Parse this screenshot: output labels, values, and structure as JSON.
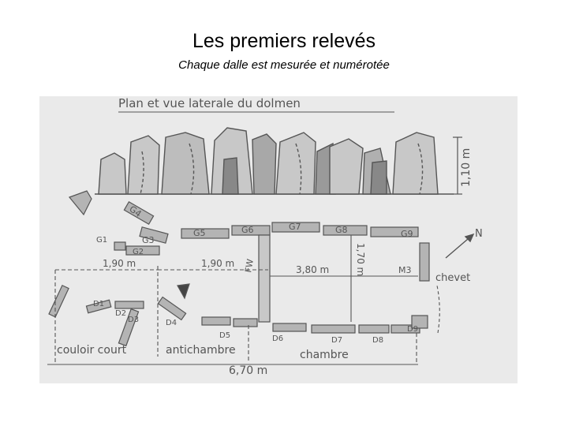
{
  "slide": {
    "title": "Les premiers relevés",
    "subtitle": "Chaque dalle est mesurée et numérotée"
  },
  "sketch": {
    "heading": "Plan et vue laterale du dolmen",
    "labels": {
      "height_side": "1,10 m",
      "g1": "G1",
      "g2": "G2",
      "g3": "G3",
      "g4": "G4",
      "g5": "G5",
      "g6": "G6",
      "g7": "G7",
      "g8": "G8",
      "g9": "G9",
      "d1": "D1",
      "d2": "D2",
      "d3": "D3",
      "d4": "D4",
      "d5": "D5",
      "d6": "D6",
      "d7": "D7",
      "d8": "D8",
      "d9": "D9",
      "fw": "FW",
      "m3": "M3",
      "dim_couloir": "1,90 m",
      "dim_antichambre": "1,90 m",
      "dim_chambre": "3,80 m",
      "dim_width": "1,70 m",
      "dim_total": "6,70 m",
      "chevet": "chevet",
      "couloir": "couloir court",
      "antichambre": "antichambre",
      "chambre": "chambre",
      "north": "N"
    }
  },
  "colors": {
    "paper": "#eaeaea",
    "pencil": "#555555",
    "stone": "#b4b4b4"
  }
}
